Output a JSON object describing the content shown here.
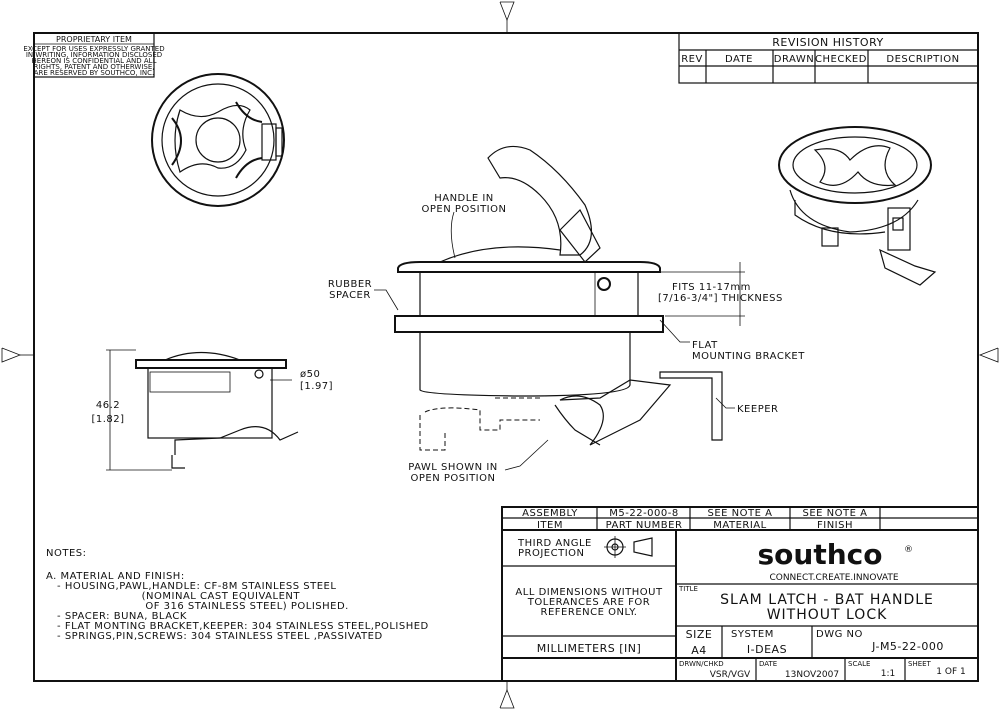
{
  "proprietary": {
    "title": "PROPRIETARY ITEM",
    "lines": [
      "EXCEPT FOR USES EXPRESSLY GRANTED",
      "IN WRITING, INFORMATION DISCLOSED",
      "HEREON IS CONFIDENTIAL AND ALL",
      "RIGHTS, PATENT AND OTHERWISE,",
      "ARE RESERVED BY SOUTHCO, INC."
    ]
  },
  "revision": {
    "title": "REVISION HISTORY",
    "headers": [
      "REV",
      "DATE",
      "DRAWN",
      "CHECKED",
      "DESCRIPTION"
    ]
  },
  "callouts": {
    "handle_open": [
      "HANDLE IN",
      "OPEN POSITION"
    ],
    "rubber_spacer": [
      "RUBBER",
      "SPACER"
    ],
    "fits": [
      "FITS 11-17mm",
      "[7/16-3/4\"] THICKNESS"
    ],
    "flat_bracket": [
      "FLAT",
      "MOUNTING BRACKET"
    ],
    "keeper": "KEEPER",
    "pawl_open": [
      "PAWL SHOWN IN",
      "OPEN POSITION"
    ],
    "height": [
      "46.2",
      "[1.82]"
    ],
    "diameter": [
      "ø50",
      "[1.97]"
    ]
  },
  "notes": {
    "heading": "NOTES:",
    "lines": [
      "A. MATERIAL AND FINISH:",
      "   - HOUSING,PAWL,HANDLE: CF-8M STAINLESS STEEL",
      "                          (NOMINAL CAST EQUIVALENT",
      "                           OF 316 STAINLESS STEEL) POLISHED.",
      "   - SPACER: BUNA, BLACK",
      "   - FLAT MONTING BRACKET,KEEPER: 304 STAINLESS STEEL,POLISHED",
      "   - SPRINGS,PIN,SCREWS: 304 STAINLESS STEEL ,PASSIVATED"
    ]
  },
  "title_block": {
    "row1": [
      "ASSEMBLY",
      "M5-22-000-8",
      "SEE NOTE A",
      "SEE NOTE A"
    ],
    "row2": [
      "ITEM",
      "PART NUMBER",
      "MATERIAL",
      "FINISH"
    ],
    "projection": [
      "THIRD ANGLE",
      "PROJECTION"
    ],
    "tolerance": [
      "ALL DIMENSIONS WITHOUT",
      "TOLERANCES ARE FOR",
      "REFERENCE ONLY."
    ],
    "units": "MILLIMETERS [IN]",
    "logo": "southco",
    "logo_mark": "®",
    "tagline": "CONNECT.CREATE.INNOVATE",
    "title_label": "TITLE",
    "title_lines": [
      "SLAM LATCH - BAT HANDLE",
      "WITHOUT LOCK"
    ],
    "size_label": "SIZE",
    "size": "A4",
    "system_label": "SYSTEM",
    "system": "I-DEAS",
    "dwg_label": "DWG NO",
    "dwg": "J-M5-22-000",
    "drwn_label": "DRWN/CHKD",
    "drwn": "VSR/VGV",
    "date_label": "DATE",
    "date": "13NOV2007",
    "scale_label": "SCALE",
    "scale": "1:1",
    "sheet_label": "SHEET",
    "sheet": "1 OF 1"
  }
}
